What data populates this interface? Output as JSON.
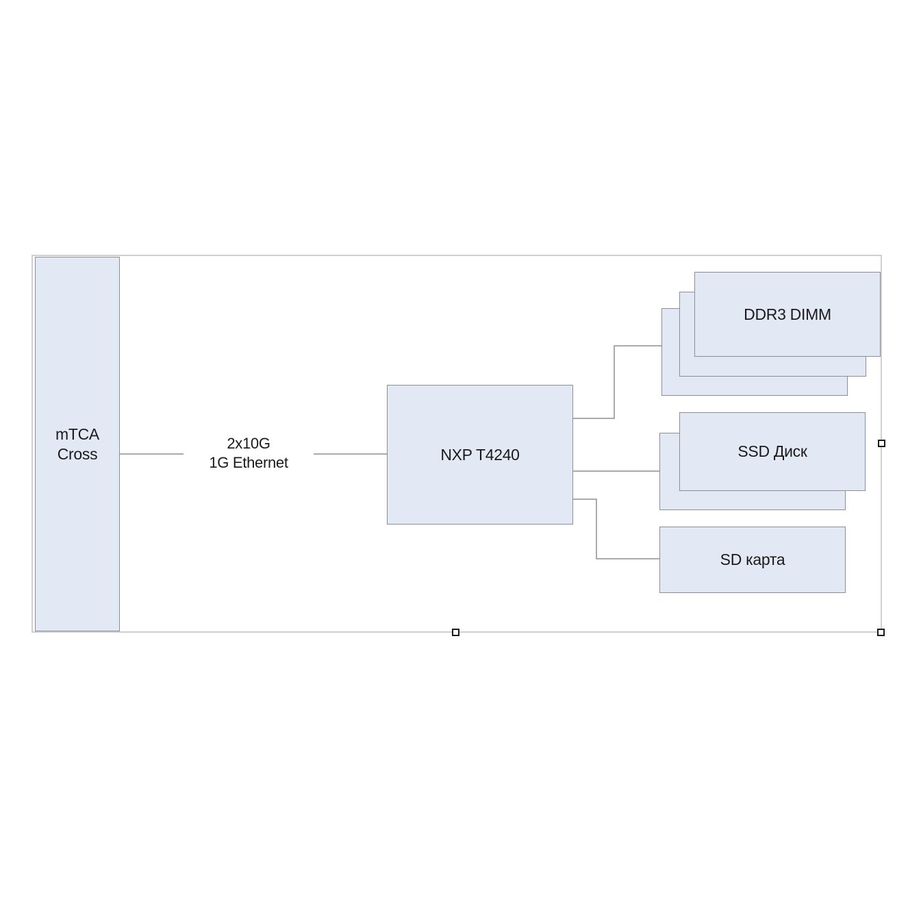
{
  "diagram": {
    "blocks": {
      "mtca": {
        "line1": "mTCA",
        "line2": "Cross"
      },
      "cpu": {
        "label": "NXP T4240"
      },
      "ddr": {
        "label": "DDR3 DIMM"
      },
      "ssd": {
        "label": "SSD Диск"
      },
      "sd": {
        "label": "SD карта"
      }
    },
    "link": {
      "line1": "2x10G",
      "line2": "1G Ethernet"
    },
    "colors": {
      "block_fill": "#e3e9f4",
      "block_border": "#8b8e95",
      "connector": "#8b8e95",
      "frame_border": "#cfcfcf"
    }
  }
}
